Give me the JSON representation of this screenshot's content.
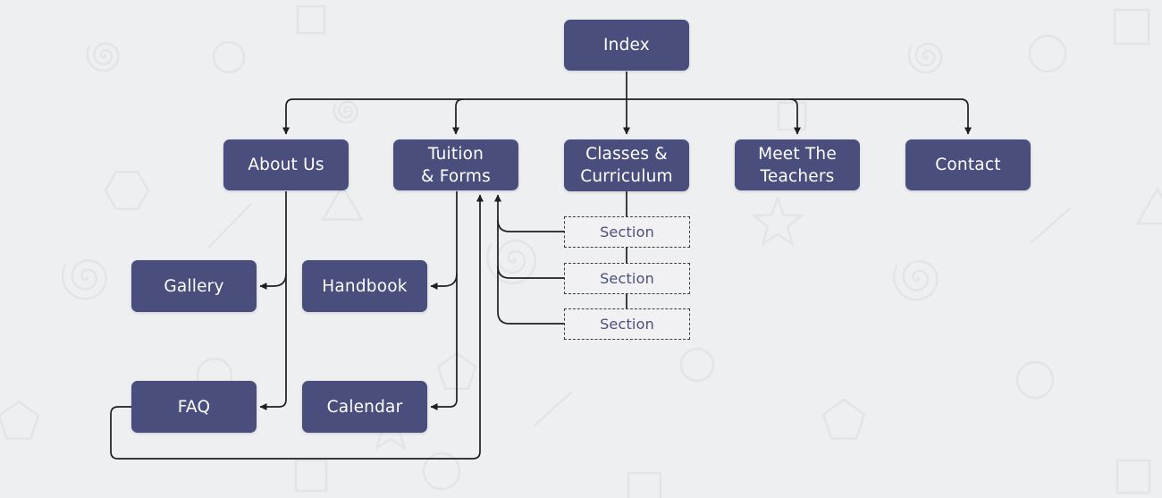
{
  "diagram": {
    "title": "Website sitemap flowchart",
    "colors": {
      "background": "#eeeff1",
      "node_fill": "#4a4e7c",
      "node_text": "#ffffff",
      "section_text": "#4a4e7d",
      "connector": "#1e1e21",
      "decoration": "#e3e4e8"
    },
    "nodes": {
      "index": {
        "label": "Index"
      },
      "about_us": {
        "label": "About Us"
      },
      "tuition_forms": {
        "label": "Tuition\n& Forms"
      },
      "classes_curriculum": {
        "label": "Classes &\nCurriculum"
      },
      "meet_the_teachers": {
        "label": "Meet The\nTeachers"
      },
      "contact": {
        "label": "Contact"
      },
      "gallery": {
        "label": "Gallery"
      },
      "handbook": {
        "label": "Handbook"
      },
      "faq": {
        "label": "FAQ"
      },
      "calendar": {
        "label": "Calendar"
      },
      "section_1": {
        "label": "Section"
      },
      "section_2": {
        "label": "Section"
      },
      "section_3": {
        "label": "Section"
      }
    },
    "edges": [
      {
        "from": "index",
        "to": "about_us",
        "style": "arrow"
      },
      {
        "from": "index",
        "to": "tuition_forms",
        "style": "arrow"
      },
      {
        "from": "index",
        "to": "classes_curriculum",
        "style": "arrow"
      },
      {
        "from": "index",
        "to": "meet_the_teachers",
        "style": "arrow"
      },
      {
        "from": "index",
        "to": "contact",
        "style": "arrow"
      },
      {
        "from": "about_us",
        "to": "gallery",
        "style": "arrow"
      },
      {
        "from": "about_us",
        "to": "faq",
        "style": "arrow"
      },
      {
        "from": "tuition_forms",
        "to": "handbook",
        "style": "arrow"
      },
      {
        "from": "tuition_forms",
        "to": "calendar",
        "style": "arrow"
      },
      {
        "from": "classes_curriculum",
        "to": "section_1",
        "style": "plain"
      },
      {
        "from": "section_1",
        "to": "section_2",
        "style": "plain"
      },
      {
        "from": "section_2",
        "to": "section_3",
        "style": "plain"
      },
      {
        "from": "section_1",
        "to": "tuition_forms",
        "style": "arrow"
      },
      {
        "from": "section_2",
        "to": "tuition_forms",
        "style": "arrow"
      },
      {
        "from": "section_3",
        "to": "tuition_forms",
        "style": "arrow"
      },
      {
        "from": "faq",
        "to": "tuition_forms",
        "style": "arrow"
      }
    ]
  }
}
